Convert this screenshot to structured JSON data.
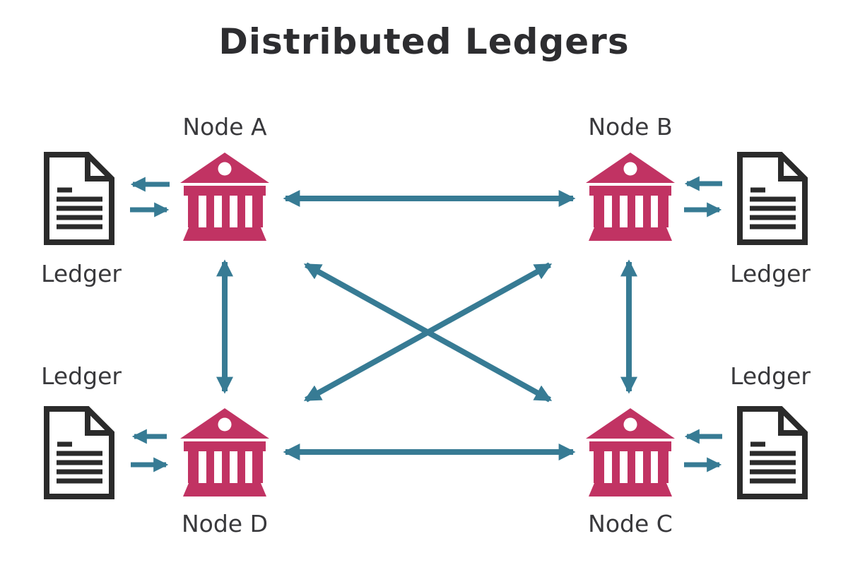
{
  "title": "Distributed Ledgers",
  "colors": {
    "bank": "#C13363",
    "arrow": "#377B94",
    "document_ink": "#2B2B2B",
    "label_text": "#39393C",
    "title_text": "#2D2D30",
    "background": "#FFFFFF"
  },
  "nodes": [
    {
      "id": "node-a",
      "label": "Node A",
      "position": "top-left"
    },
    {
      "id": "node-b",
      "label": "Node B",
      "position": "top-right"
    },
    {
      "id": "node-c",
      "label": "Node C",
      "position": "bottom-right"
    },
    {
      "id": "node-d",
      "label": "Node D",
      "position": "bottom-left"
    }
  ],
  "ledgers": [
    {
      "id": "ledger-top-left",
      "label": "Ledger",
      "attached_to": "Node A"
    },
    {
      "id": "ledger-top-right",
      "label": "Ledger",
      "attached_to": "Node B"
    },
    {
      "id": "ledger-bottom-left",
      "label": "Ledger",
      "attached_to": "Node D"
    },
    {
      "id": "ledger-bottom-right",
      "label": "Ledger",
      "attached_to": "Node C"
    }
  ],
  "connections": {
    "node_links": [
      {
        "from": "Node A",
        "to": "Node B",
        "style": "double-headed"
      },
      {
        "from": "Node D",
        "to": "Node C",
        "style": "double-headed"
      },
      {
        "from": "Node A",
        "to": "Node D",
        "style": "double-headed"
      },
      {
        "from": "Node B",
        "to": "Node C",
        "style": "double-headed"
      },
      {
        "from": "Node A",
        "to": "Node C",
        "style": "double-headed"
      },
      {
        "from": "Node D",
        "to": "Node B",
        "style": "double-headed"
      }
    ],
    "ledger_links": [
      {
        "node": "Node A",
        "arrows": "one toward ledger, one toward node"
      },
      {
        "node": "Node B",
        "arrows": "one toward node, one toward ledger"
      },
      {
        "node": "Node D",
        "arrows": "one toward ledger, one toward node"
      },
      {
        "node": "Node C",
        "arrows": "one toward node, one toward ledger"
      }
    ]
  },
  "icons": {
    "node": "bank-building-icon",
    "ledger": "document-icon"
  }
}
